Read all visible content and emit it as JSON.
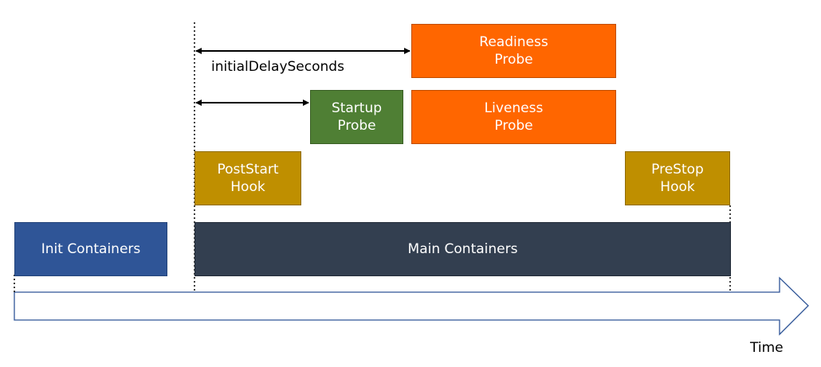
{
  "boxes": {
    "readiness": "Readiness\nProbe",
    "startup": "Startup\nProbe",
    "liveness": "Liveness\nProbe",
    "poststart": "PostStart\nHook",
    "prestop": "PreStop\nHook",
    "init": "Init Containers",
    "main": "Main Containers"
  },
  "labels": {
    "initial_delay": "initialDelaySeconds",
    "time": "Time"
  },
  "colors": {
    "probe_orange": "#ff6600",
    "startup_green": "#4f7f34",
    "hook_gold": "#bf8f00",
    "init_blue": "#2f5597",
    "main_navy": "#333f50",
    "timeline_outline": "#2f5597"
  }
}
